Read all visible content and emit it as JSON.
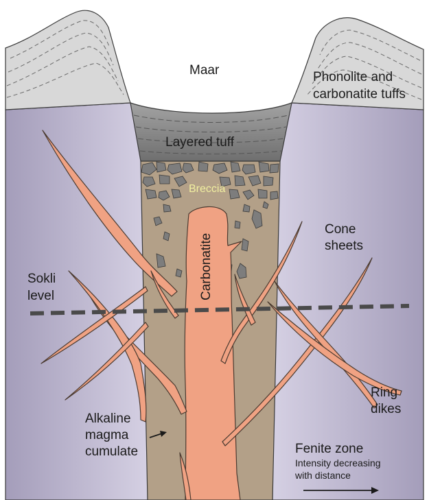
{
  "labels": {
    "maar": "Maar",
    "phonolite_line1": "Phonolite and",
    "phonolite_line2": "carbonatite tuffs",
    "layered_tuff": "Layered tuff",
    "breccia": "Breccia",
    "carbonatite": "Carbonatite",
    "cone_sheets_line1": "Cone",
    "cone_sheets_line2": "sheets",
    "sokli_line1": "Sokli",
    "sokli_line2": "level",
    "ring_dikes_line1": "Ring",
    "ring_dikes_line2": "dikes",
    "alkaline_line1": "Alkaline",
    "alkaline_line2": "magma",
    "alkaline_line3": "cumulate",
    "fenite_title": "Fenite zone",
    "fenite_sub1": "Intensity decreasing",
    "fenite_sub2": "with distance"
  },
  "colors": {
    "fenite": "#c9c3d9",
    "tuff_light": "#d9d9d9",
    "tuff_dark": "#8f8f8f",
    "breccia_block": "#7d7d7d",
    "cumulate": "#b3a088",
    "carbonatite": "#f0a283",
    "outline": "#3a3a3a",
    "breccia_label": "#f2f0a0"
  }
}
